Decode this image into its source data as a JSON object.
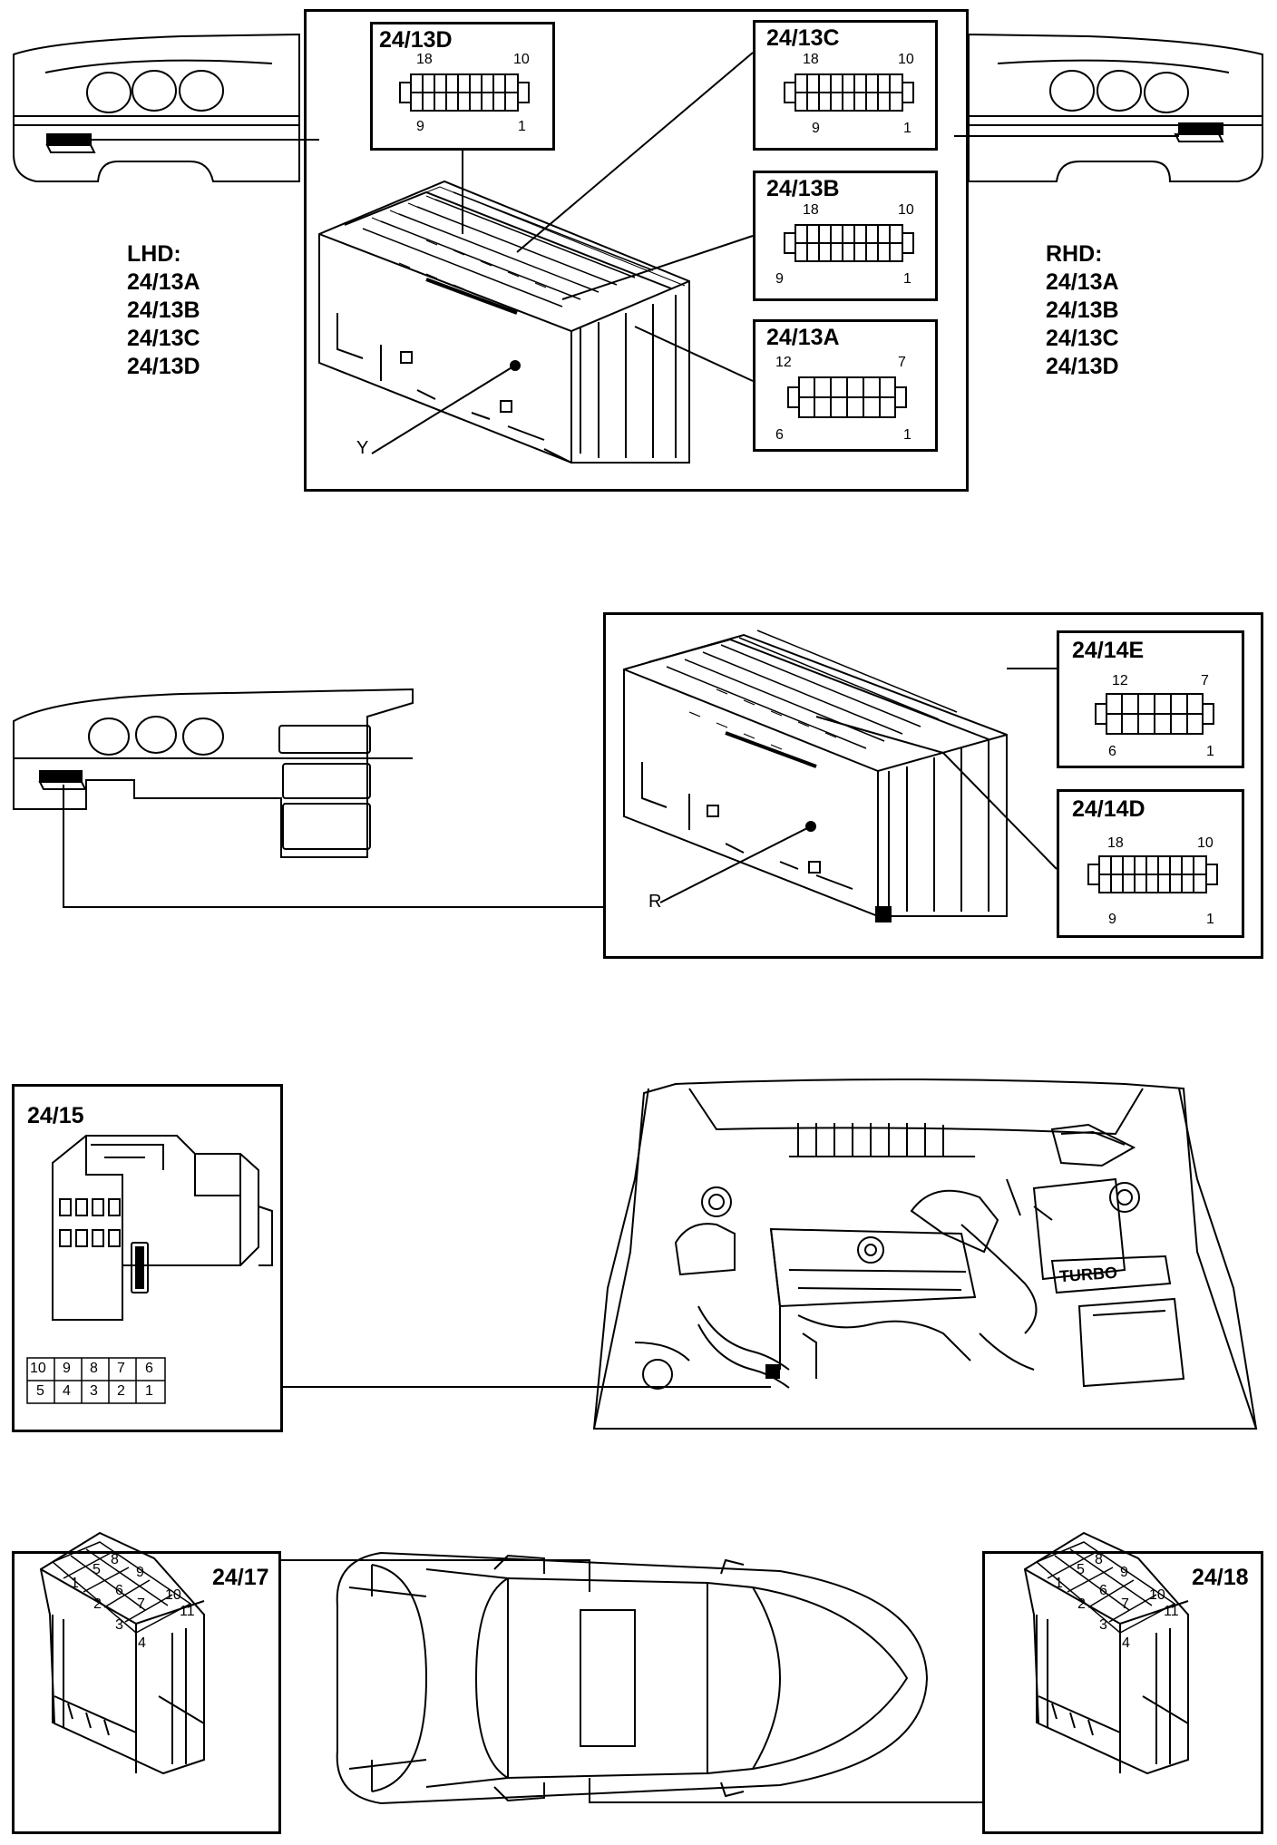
{
  "section1": {
    "connectors": {
      "d": {
        "id": "24/13D",
        "pin_tl": "18",
        "pin_tr": "10",
        "pin_bl": "9",
        "pin_br": "1"
      },
      "c": {
        "id": "24/13C",
        "pin_tl": "18",
        "pin_tr": "10",
        "pin_bl": "9",
        "pin_br": "1"
      },
      "b": {
        "id": "24/13B",
        "pin_tl": "18",
        "pin_tr": "10",
        "pin_bl": "9",
        "pin_br": "1"
      },
      "a": {
        "id": "24/13A",
        "pin_tl": "12",
        "pin_tr": "7",
        "pin_bl": "6",
        "pin_br": "1"
      }
    },
    "callout": "Y",
    "lhd": {
      "title": "LHD:",
      "items": [
        "24/13A",
        "24/13B",
        "24/13C",
        "24/13D"
      ]
    },
    "rhd": {
      "title": "RHD:",
      "items": [
        "24/13A",
        "24/13B",
        "24/13C",
        "24/13D"
      ]
    }
  },
  "section2": {
    "connectors": {
      "e": {
        "id": "24/14E",
        "pin_tl": "12",
        "pin_tr": "7",
        "pin_bl": "6",
        "pin_br": "1"
      },
      "d": {
        "id": "24/14D",
        "pin_tl": "18",
        "pin_tr": "10",
        "pin_bl": "9",
        "pin_br": "1"
      }
    },
    "callout": "R"
  },
  "section3": {
    "connector": {
      "id": "24/15"
    },
    "pin_top": [
      "10",
      "9",
      "8",
      "7",
      "6"
    ],
    "pin_bottom": [
      "5",
      "4",
      "3",
      "2",
      "1"
    ],
    "engine_badge": "TURBO"
  },
  "section4": {
    "left": {
      "id": "24/17"
    },
    "right": {
      "id": "24/18"
    },
    "pins": [
      "1",
      "5",
      "8",
      "9",
      "2",
      "6",
      "7",
      "10",
      "3",
      "11",
      "4"
    ]
  }
}
